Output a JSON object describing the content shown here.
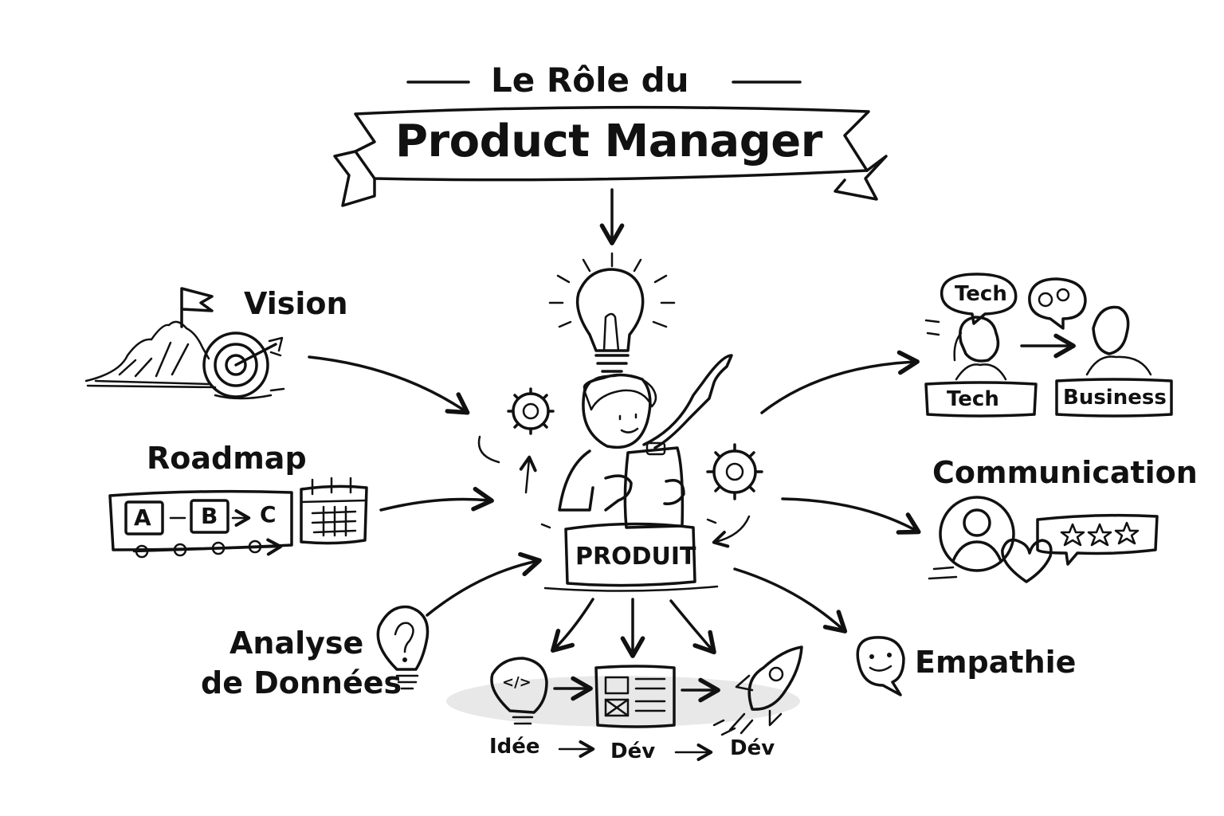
{
  "title": {
    "line1": "Le Rôle du",
    "line2": "Product Manager"
  },
  "center": {
    "product_label": "PRODUIT"
  },
  "left": {
    "vision": "Vision",
    "roadmap": "Roadmap",
    "roadmap_steps": [
      "A",
      "B",
      "C"
    ],
    "analyse_line1": "Analyse",
    "analyse_line2": "de Données"
  },
  "right": {
    "speech_bubble": "Tech",
    "box_tech": "Tech",
    "box_business": "Business",
    "communication": "Communication",
    "empathie": "Empathie"
  },
  "bottom": {
    "step1": "Idée",
    "step2": "Dév",
    "step3": "Dév",
    "code_symbol": "</>"
  },
  "icons": [
    "lightbulb-icon",
    "gear-icon",
    "mountain-flag-icon",
    "target-icon",
    "calendar-icon",
    "question-bulb-icon",
    "person-icon",
    "heart-icon",
    "stars-icon",
    "smiley-bubble-icon",
    "rocket-icon",
    "document-icon",
    "code-bulb-icon",
    "clipboard-icon"
  ],
  "colors": {
    "ink": "#111111",
    "background": "#ffffff",
    "shade": "#d9d9d9"
  }
}
